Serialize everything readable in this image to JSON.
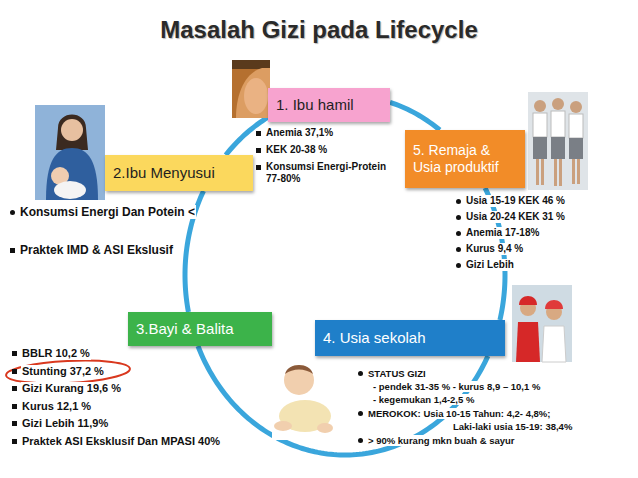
{
  "diagram": {
    "title": "Masalah Gizi pada Lifecycle",
    "nodes": [
      {
        "text": [
          "1. Ibu hamil"
        ]
      },
      {
        "text": [
          "2.Ibu Menyusui"
        ]
      },
      {
        "text": [
          "3.Bayi & Balita"
        ]
      },
      {
        "text": [
          "4. Usia sekolah"
        ]
      },
      {
        "text": [
          "5. Remaja & Usia produktif"
        ]
      }
    ],
    "edges": [
      {
        "from": 0,
        "to": 1,
        "arrow": "none"
      },
      {
        "from": 1,
        "to": 2,
        "arrow": "none"
      },
      {
        "from": 2,
        "to": 3,
        "arrow": "none"
      },
      {
        "from": 3,
        "to": 4,
        "arrow": "none"
      },
      {
        "from": 4,
        "to": 0,
        "arrow": "none"
      }
    ],
    "labels": [
      "Anemia 37,1%",
      "KEK 20-38 %",
      "Konsumsi Energi-Protein 77-80%",
      "Konsumsi Energi Dan Potein <",
      "Praktek IMD & ASI Ekslusif",
      "Usia 15-19 KEK 46 %",
      "Usia 20-24 KEK 31 %",
      "Anemia 17-18%",
      "Kurus 9,4 %",
      "Gizi Lebih",
      "BBLR 10,2 %",
      "Stunting 37,2 %",
      "Gizi Kurang 19,6 %",
      "Kurus 12,1 %",
      "Gizi Lebih 11,9%",
      "Praktek ASI Eksklusif Dan MPASI 40%",
      "STATUS GIZI",
      "- pendek 31-35 % - kurus 8,9 – 10,1 %",
      "- kegemukan 1,4-2,5 %",
      "MEROKOK: Usia 10-15 Tahun: 4,2- 4,8%;",
      "Laki-laki usia 15-19: 38,4%",
      "> 90% kurang mkn buah & sayur"
    ]
  }
}
